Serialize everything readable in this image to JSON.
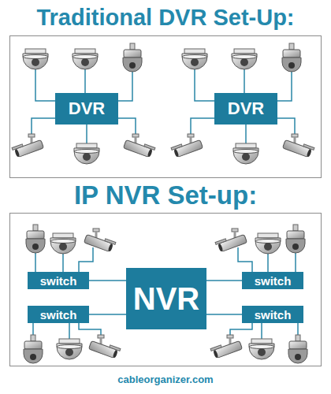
{
  "diagram": {
    "nodes": [
      {
        "text": [
          "Traditional DVR Set-Up:"
        ]
      },
      {
        "text": [
          "DVR"
        ],
        "in": 0
      },
      {
        "text": [
          "DVR"
        ],
        "in": 0
      },
      {
        "text": [
          "IP NVR Set-up:"
        ]
      },
      {
        "text": [
          "NVR"
        ],
        "in": 3
      },
      {
        "text": [
          "switch"
        ],
        "in": 3
      },
      {
        "text": [
          "switch"
        ],
        "in": 3
      },
      {
        "text": [
          "switch"
        ],
        "in": 3
      },
      {
        "text": [
          "switch"
        ],
        "in": 3
      }
    ],
    "edges": [
      {
        "from": 4,
        "to": 5,
        "arrow": "none"
      },
      {
        "from": 4,
        "to": 6,
        "arrow": "none"
      },
      {
        "from": 4,
        "to": 7,
        "arrow": "none"
      },
      {
        "from": 4,
        "to": 8,
        "arrow": "none"
      }
    ],
    "labels": [
      "cableorganizer.com"
    ]
  }
}
